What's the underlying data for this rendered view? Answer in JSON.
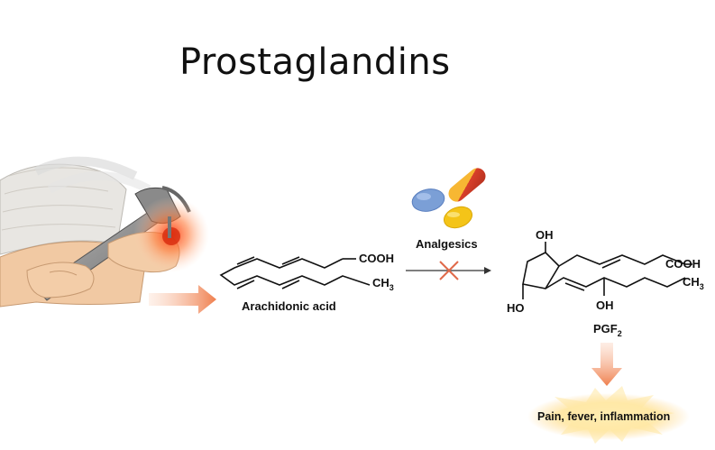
{
  "title": "Prostaglandins",
  "labels": {
    "analgesics": "Analgesics",
    "arachidonic_acid": "Arachidonic acid",
    "cooh_left": "COOH",
    "ch_left": "CH",
    "ch_left_sub": "3",
    "oh_top": "OH",
    "ho_bottom": "HO",
    "oh_middle": "OH",
    "pgf": "PGF",
    "pgf_sub": "2",
    "cooh_right": "COOH",
    "ch_right": "CH",
    "ch_right_sub": "3",
    "effects": "Pain, fever, inflammation"
  },
  "colors": {
    "arrow_orange": "#f08a5a",
    "inhibit_x": "#e06a4a",
    "pill_blue": "#7b9fd6",
    "pill_red": "#d9402a",
    "pill_yellow": "#f4c418",
    "glow": "#ff5a1f"
  },
  "icons": [
    "hammer-hitting-thumb-illustration",
    "analgesic-pills-icon",
    "inhibition-x-icon",
    "burst-icon"
  ]
}
